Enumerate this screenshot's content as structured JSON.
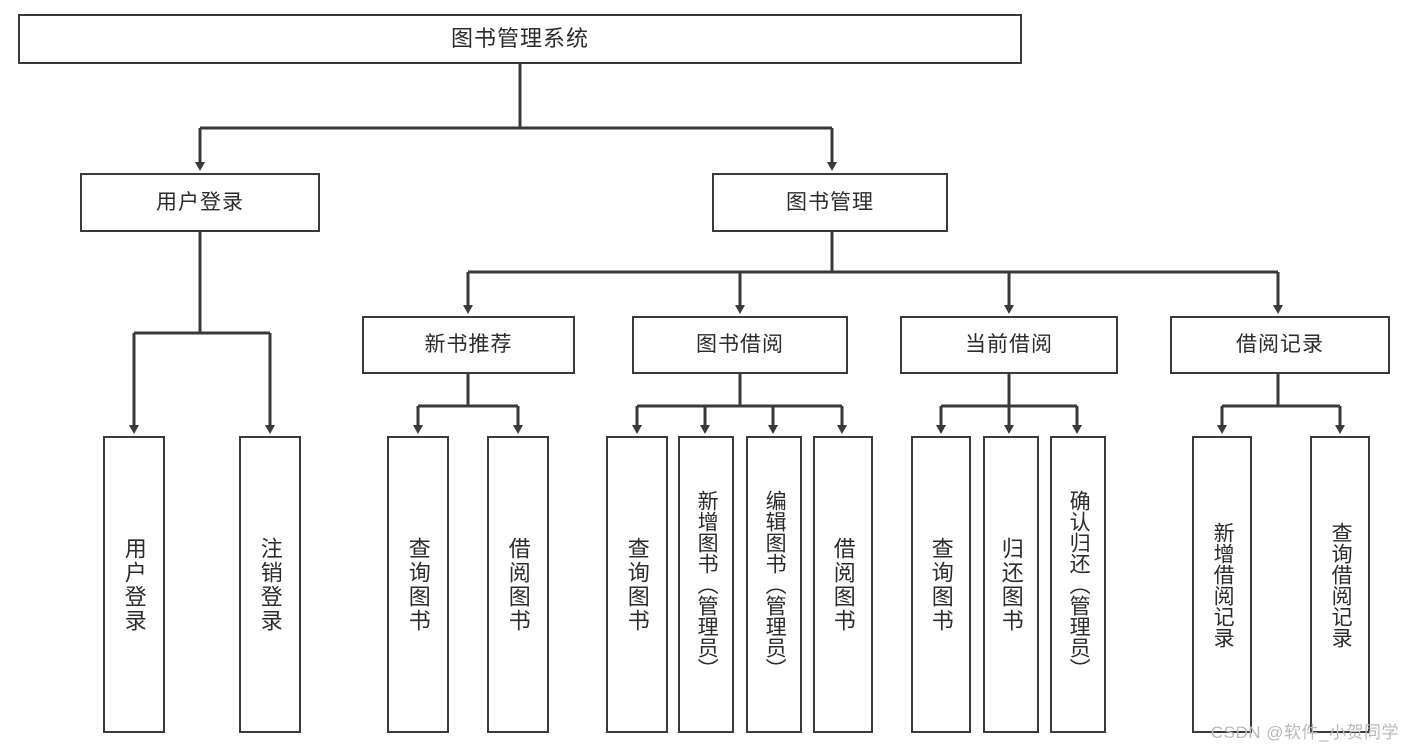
{
  "diagram": {
    "title": "图书管理系统",
    "root": {
      "label": "图书管理系统"
    },
    "level2": [
      {
        "label": "用户登录"
      },
      {
        "label": "图书管理"
      }
    ],
    "level3": [
      {
        "label": "新书推荐"
      },
      {
        "label": "图书借阅"
      },
      {
        "label": "当前借阅"
      },
      {
        "label": "借阅记录"
      }
    ],
    "leaves": [
      {
        "label": "用户登录",
        "parent": "用户登录"
      },
      {
        "label": "注销登录",
        "parent": "用户登录"
      },
      {
        "label": "查询图书",
        "parent": "新书推荐"
      },
      {
        "label": "借阅图书",
        "parent": "新书推荐"
      },
      {
        "label": "查询图书",
        "parent": "图书借阅"
      },
      {
        "label": "新增图书（管理员）",
        "parent": "图书借阅"
      },
      {
        "label": "编辑图书（管理员）",
        "parent": "图书借阅"
      },
      {
        "label": "借阅图书",
        "parent": "图书借阅"
      },
      {
        "label": "查询图书",
        "parent": "当前借阅"
      },
      {
        "label": "归还图书",
        "parent": "当前借阅"
      },
      {
        "label": "确认归还（管理员）",
        "parent": "当前借阅"
      },
      {
        "label": "新增借阅记录",
        "parent": "借阅记录"
      },
      {
        "label": "查询借阅记录",
        "parent": "借阅记录"
      }
    ]
  },
  "watermark": {
    "text": "CSDN @软件_小贺同学"
  },
  "colors": {
    "box_border": "#3a3a3a",
    "box_fill": "#ffffff",
    "text": "#2b2b2b",
    "connector": "#3a3a3a",
    "watermark": "#b9b9b9",
    "background": "#ffffff"
  }
}
